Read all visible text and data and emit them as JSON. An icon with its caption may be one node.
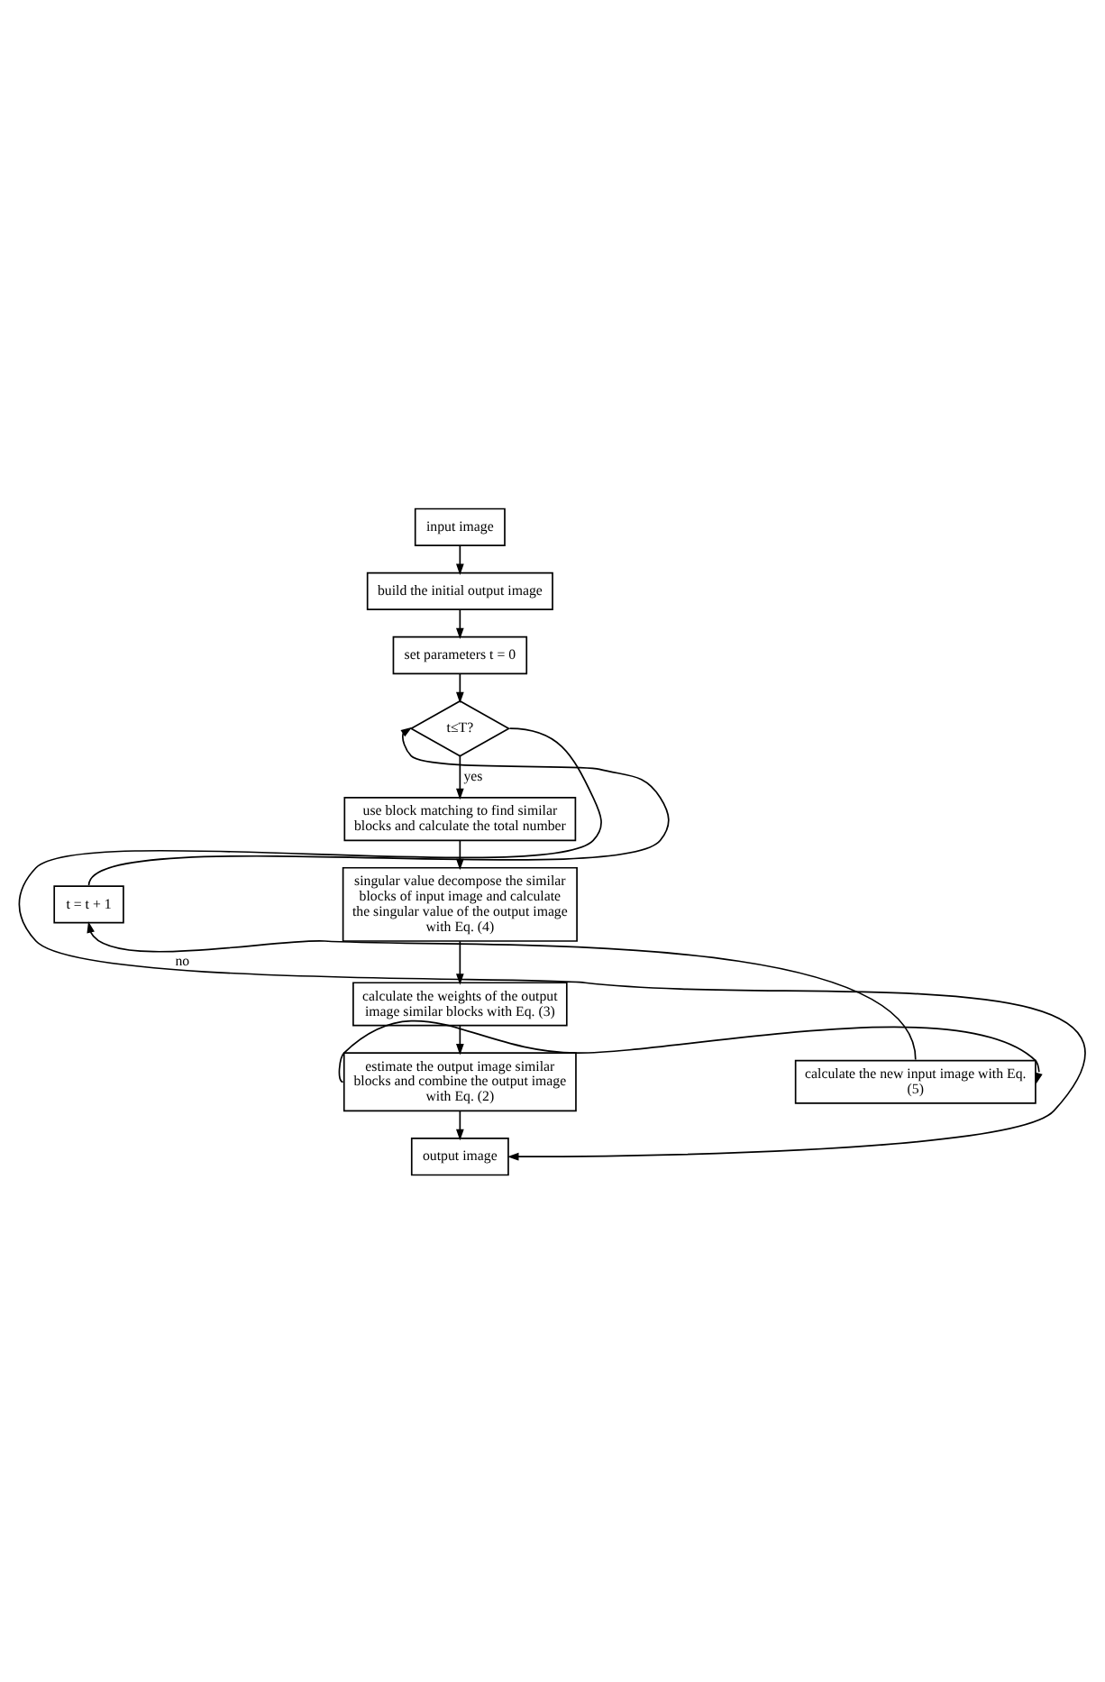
{
  "diagram": {
    "nodes": [
      {
        "text": [
          "input image"
        ]
      },
      {
        "text": [
          "build the initial output image"
        ]
      },
      {
        "text": [
          "set parameters t = 0"
        ]
      },
      {
        "text": [
          "t≤T?"
        ]
      },
      {
        "text": [
          "use block matching to find similar blocks and calculate the total number"
        ]
      },
      {
        "text": [
          "singular value decompose the similar blocks of input image and calculate the singular value of the output image with Eq. (4)"
        ]
      },
      {
        "text": [
          "calculate the weights of the output image similar blocks with Eq. (3)"
        ]
      },
      {
        "text": [
          "estimate the output image similar blocks and combine the output image with Eq. (2)"
        ]
      },
      {
        "text": [
          "output image"
        ]
      },
      {
        "text": [
          "calculate the new input image with Eq. (5)"
        ]
      },
      {
        "text": [
          "t = t + 1"
        ]
      }
    ],
    "edges": [
      {
        "from": 0,
        "to": 1,
        "arrow": "to"
      },
      {
        "from": 1,
        "to": 2,
        "arrow": "to"
      },
      {
        "from": 2,
        "to": 3,
        "arrow": "to"
      },
      {
        "from": 3,
        "to": 4,
        "arrow": "to",
        "label": "yes"
      },
      {
        "from": 4,
        "to": 5,
        "arrow": "to"
      },
      {
        "from": 5,
        "to": 6,
        "arrow": "to"
      },
      {
        "from": 6,
        "to": 7,
        "arrow": "to"
      },
      {
        "from": 7,
        "to": 8,
        "arrow": "to"
      },
      {
        "from": 7,
        "to": 9,
        "arrow": "to"
      },
      {
        "from": 9,
        "to": 10,
        "arrow": "to"
      },
      {
        "from": 10,
        "to": 3,
        "arrow": "to"
      },
      {
        "from": 3,
        "to": 8,
        "arrow": "to",
        "label": "no"
      }
    ]
  }
}
